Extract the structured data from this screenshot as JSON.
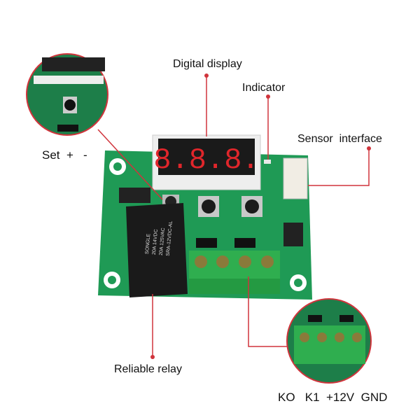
{
  "labels": {
    "digital_display": "Digital display",
    "indicator": "Indicator",
    "sensor_interface": "Sensor  interface",
    "set_buttons": "Set  +   -",
    "reliable_relay": "Reliable relay",
    "terminals": "KO   K1  +12V  GND"
  },
  "display_value": "8.8.8.",
  "relay_text": [
    "SONGLE",
    "20A 14VDC",
    "20A 125VAC",
    "SRA-12VDC-AL"
  ],
  "colors": {
    "pcb": "#1f9a55",
    "callout": "#d0343c",
    "terminal": "#2fae4f",
    "digits": "#e0262b"
  }
}
